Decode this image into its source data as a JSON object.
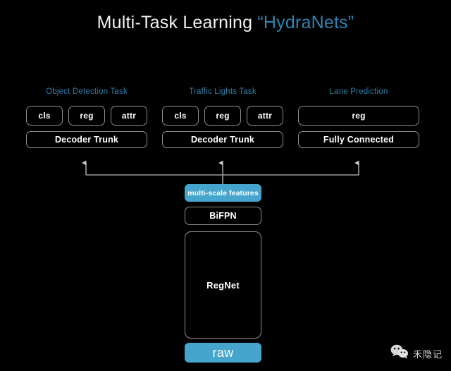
{
  "title": {
    "plain": "Multi-Task Learning ",
    "accent": "“HydraNets”"
  },
  "colors": {
    "background": "#000000",
    "accent_blue": "#45a5cd",
    "title_blue": "#2e85b0",
    "label_blue": "#2e7fa8",
    "outline": "#8e8e8e",
    "text": "#ffffff"
  },
  "tasks": [
    {
      "label": "Object Detection Task",
      "heads": [
        "cls",
        "reg",
        "attr"
      ],
      "trunk": "Decoder Trunk"
    },
    {
      "label": "Traffic Lights Task",
      "heads": [
        "cls",
        "reg",
        "attr"
      ],
      "trunk": "Decoder Trunk"
    },
    {
      "label": "Lane Prediction",
      "heads": [
        "reg"
      ],
      "trunk": "Fully Connected"
    }
  ],
  "backbone": {
    "features": "multi-scale features",
    "neck": "BiFPN",
    "body": "RegNet",
    "input": "raw"
  },
  "watermark": {
    "icon": "wechat-icon",
    "text": "禾隐记"
  }
}
